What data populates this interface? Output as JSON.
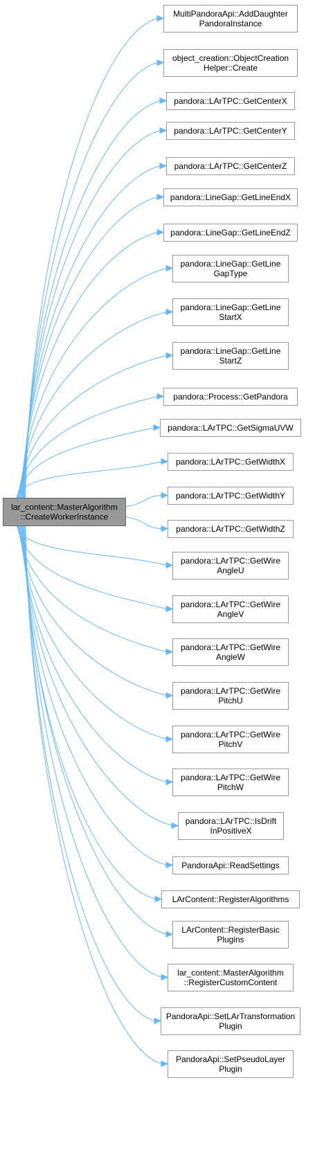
{
  "root": {
    "lines": [
      "lar_content::MasterAlgorithm",
      "::CreateWorkerInstance"
    ]
  },
  "callees": [
    {
      "lines": [
        "MultiPandoraApi::AddDaughter",
        "PandoraInstance"
      ]
    },
    {
      "lines": [
        "object_creation::ObjectCreation",
        "Helper::Create"
      ]
    },
    {
      "lines": [
        "pandora::LArTPC::GetCenterX"
      ]
    },
    {
      "lines": [
        "pandora::LArTPC::GetCenterY"
      ]
    },
    {
      "lines": [
        "pandora::LArTPC::GetCenterZ"
      ]
    },
    {
      "lines": [
        "pandora::LineGap::GetLineEndX"
      ]
    },
    {
      "lines": [
        "pandora::LineGap::GetLineEndZ"
      ]
    },
    {
      "lines": [
        "pandora::LineGap::GetLine",
        "GapType"
      ]
    },
    {
      "lines": [
        "pandora::LineGap::GetLine",
        "StartX"
      ]
    },
    {
      "lines": [
        "pandora::LineGap::GetLine",
        "StartZ"
      ]
    },
    {
      "lines": [
        "pandora::Process::GetPandora"
      ]
    },
    {
      "lines": [
        "pandora::LArTPC::GetSigmaUVW"
      ]
    },
    {
      "lines": [
        "pandora::LArTPC::GetWidthX"
      ]
    },
    {
      "lines": [
        "pandora::LArTPC::GetWidthY"
      ]
    },
    {
      "lines": [
        "pandora::LArTPC::GetWidthZ"
      ]
    },
    {
      "lines": [
        "pandora::LArTPC::GetWire",
        "AngleU"
      ]
    },
    {
      "lines": [
        "pandora::LArTPC::GetWire",
        "AngleV"
      ]
    },
    {
      "lines": [
        "pandora::LArTPC::GetWire",
        "AngleW"
      ]
    },
    {
      "lines": [
        "pandora::LArTPC::GetWire",
        "PitchU"
      ]
    },
    {
      "lines": [
        "pandora::LArTPC::GetWire",
        "PitchV"
      ]
    },
    {
      "lines": [
        "pandora::LArTPC::GetWire",
        "PitchW"
      ]
    },
    {
      "lines": [
        "pandora::LArTPC::IsDrift",
        "InPositiveX"
      ]
    },
    {
      "lines": [
        "PandoraApi::ReadSettings"
      ]
    },
    {
      "lines": [
        "LArContent::RegisterAlgorithms"
      ]
    },
    {
      "lines": [
        "LArContent::RegisterBasic",
        "Plugins"
      ]
    },
    {
      "lines": [
        "lar_content::MasterAlgorithm",
        "::RegisterCustomContent"
      ]
    },
    {
      "lines": [
        "PandoraApi::SetLArTransformation",
        "Plugin"
      ]
    },
    {
      "lines": [
        "PandoraApi::SetPseudoLayer",
        "Plugin"
      ]
    }
  ],
  "colors": {
    "edge": "#63b8ff",
    "root_fill": "#999999",
    "node_border": "#999999"
  }
}
